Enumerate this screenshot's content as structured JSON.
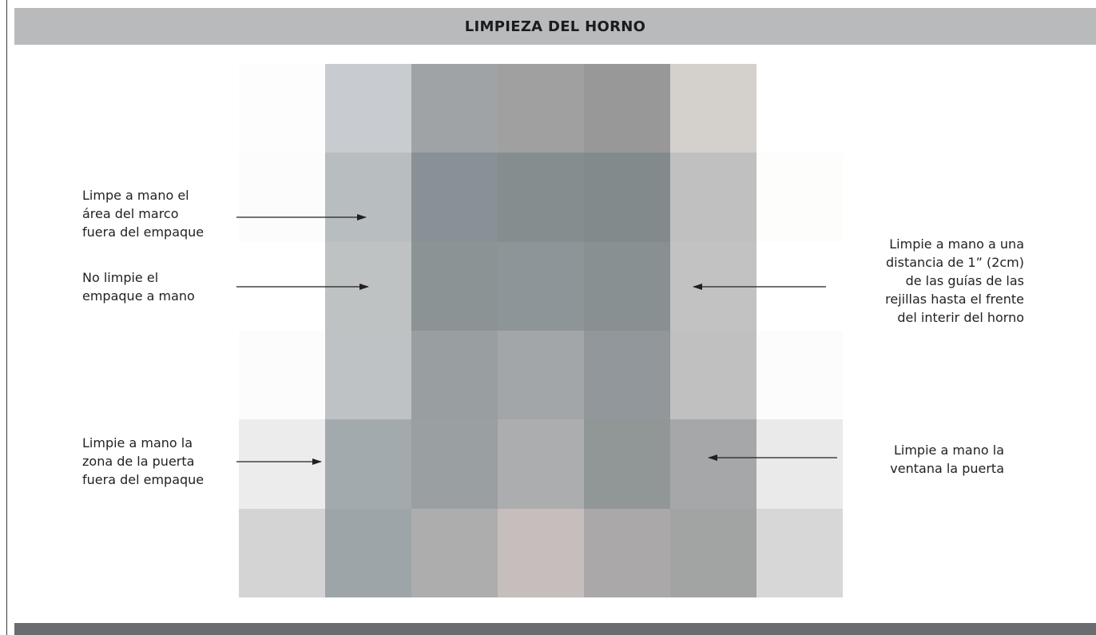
{
  "header": {
    "title": "LIMPIEZA DEL HORNO"
  },
  "figure": {
    "tile_colors": [
      [
        "#fdfdfd",
        "#c8cbcf",
        "#9fa3a6",
        "#a0a0a0",
        "#989898",
        "#d4d0cc",
        "#ffffff"
      ],
      [
        "#fcfcfc",
        "#b8bdbf",
        "#899096",
        "#868d8f",
        "#838a8b",
        "#c0c0c0",
        "#fdfdfb"
      ],
      [
        "#ffffff",
        "#bec2c3",
        "#8c9395",
        "#8e9598",
        "#899092",
        "#c2c2c2",
        "#ffffff"
      ],
      [
        "#fcfcfc",
        "#bec2c5",
        "#999ea1",
        "#a2a6a9",
        "#91979a",
        "#c0c0c0",
        "#fcfcfc"
      ],
      [
        "#ececec",
        "#a3aaad",
        "#9a9fa2",
        "#acadae",
        "#919697",
        "#a6a7a9",
        "#eaeaea"
      ],
      [
        "#d4d4d4",
        "#9ea5a9",
        "#adadad",
        "#c5bebd",
        "#aaa8a9",
        "#a2a4a3",
        "#d7d7d7"
      ]
    ]
  },
  "callouts": {
    "frame_outside_gasket": "Limpe a mano el\nárea del marco\nfuera del empaque",
    "do_not_clean_gasket": "No limpie el\nempaque a mano",
    "door_outside_gasket": "Limpie a mano la\nzona de la puerta\nfuera del empaque",
    "rack_guides": "Limpie a mano a una\ndistancia de 1” (2cm)\nde las guías de las\nrejillas hasta el frente\ndel interir del horno",
    "door_window": "Limpie a mano la\nventana la puerta"
  }
}
